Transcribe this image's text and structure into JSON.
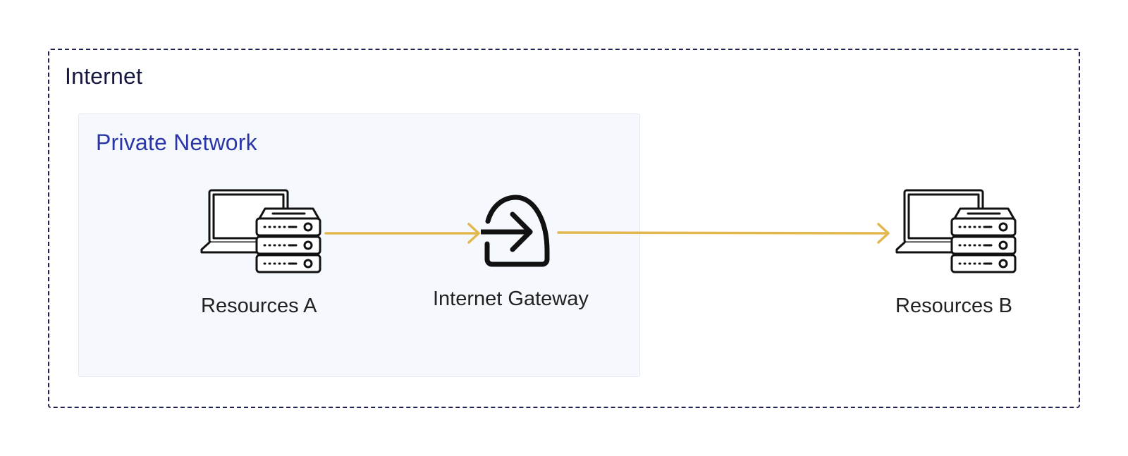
{
  "diagram": {
    "internet_label": "Internet",
    "private_network_label": "Private Network",
    "nodes": {
      "resources_a": {
        "label": "Resources A",
        "icon": "laptop-server-icon"
      },
      "internet_gateway": {
        "label": "Internet Gateway",
        "icon": "gateway-arrow-icon"
      },
      "resources_b": {
        "label": "Resources B",
        "icon": "laptop-server-icon"
      }
    },
    "connections": [
      {
        "from": "Resources A",
        "to": "Internet Gateway"
      },
      {
        "from": "Internet Gateway",
        "to": "Resources B"
      }
    ],
    "colors": {
      "connector": "#e2b84e",
      "internet_border": "#1f2150",
      "private_network_fill": "#f5f8fd",
      "private_network_title": "#2a36a6"
    }
  }
}
